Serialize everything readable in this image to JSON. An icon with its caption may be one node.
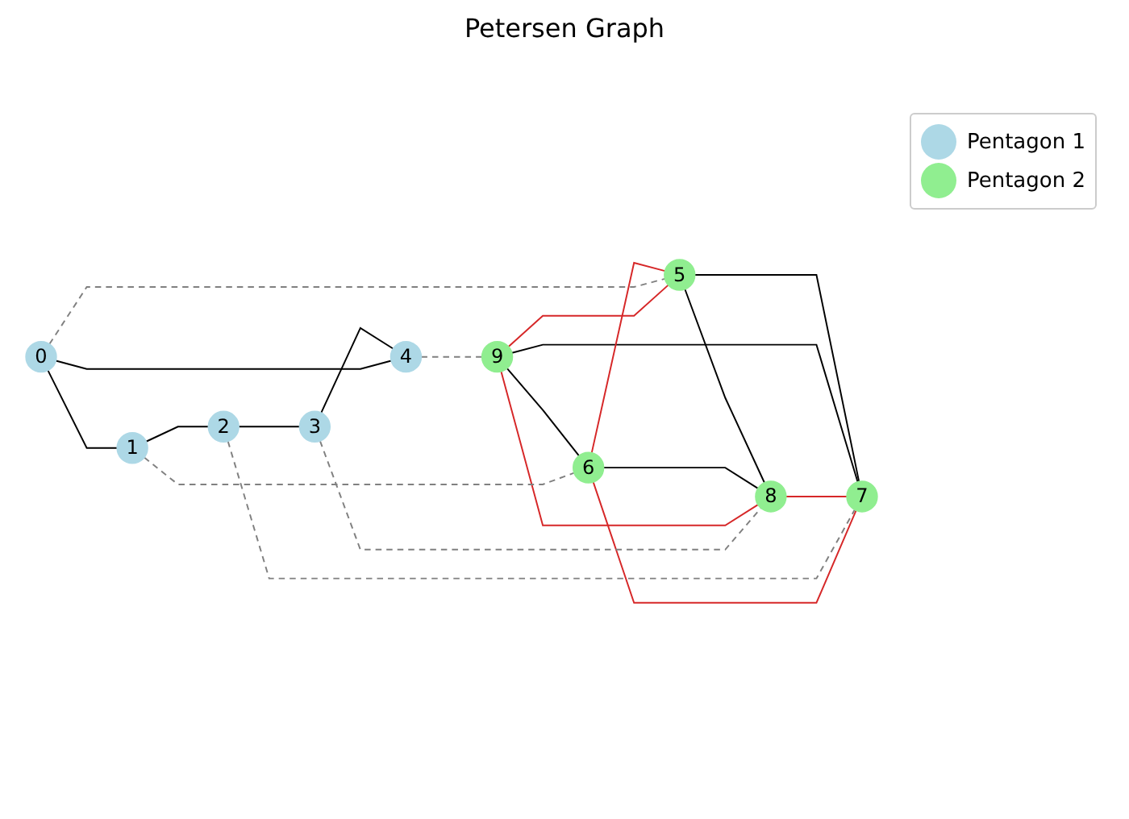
{
  "diagram": {
    "title": "Petersen Graph",
    "nodes": [
      {
        "text": [
          "0"
        ]
      },
      {
        "text": [
          "1"
        ]
      },
      {
        "text": [
          "2"
        ]
      },
      {
        "text": [
          "3"
        ]
      },
      {
        "text": [
          "4"
        ]
      },
      {
        "text": [
          "5"
        ]
      },
      {
        "text": [
          "6"
        ]
      },
      {
        "text": [
          "7"
        ]
      },
      {
        "text": [
          "8"
        ]
      },
      {
        "text": [
          "9"
        ]
      }
    ],
    "edges": [
      {
        "from": 0,
        "to": 1,
        "arrow": "none"
      },
      {
        "from": 1,
        "to": 2,
        "arrow": "none"
      },
      {
        "from": 2,
        "to": 3,
        "arrow": "none"
      },
      {
        "from": 3,
        "to": 4,
        "arrow": "none"
      },
      {
        "from": 4,
        "to": 0,
        "arrow": "none"
      },
      {
        "from": 5,
        "to": 8,
        "arrow": "none"
      },
      {
        "from": 5,
        "to": 7,
        "arrow": "none"
      },
      {
        "from": 9,
        "to": 6,
        "arrow": "none"
      },
      {
        "from": 9,
        "to": 7,
        "arrow": "none"
      },
      {
        "from": 6,
        "to": 8,
        "arrow": "none"
      },
      {
        "from": 5,
        "to": 9,
        "arrow": "none",
        "color": "#d62728"
      },
      {
        "from": 9,
        "to": 8,
        "arrow": "none",
        "color": "#d62728"
      },
      {
        "from": 8,
        "to": 7,
        "arrow": "none",
        "color": "#d62728"
      },
      {
        "from": 7,
        "to": 6,
        "arrow": "none",
        "color": "#d62728"
      },
      {
        "from": 6,
        "to": 5,
        "arrow": "none",
        "color": "#d62728"
      },
      {
        "from": 0,
        "to": 5,
        "arrow": "none",
        "style": "dashed",
        "color": "#808080"
      },
      {
        "from": 1,
        "to": 6,
        "arrow": "none",
        "style": "dashed",
        "color": "#808080"
      },
      {
        "from": 2,
        "to": 7,
        "arrow": "none",
        "style": "dashed",
        "color": "#808080"
      },
      {
        "from": 3,
        "to": 8,
        "arrow": "none",
        "style": "dashed",
        "color": "#808080"
      },
      {
        "from": 4,
        "to": 9,
        "arrow": "none",
        "style": "dashed",
        "color": "#808080"
      }
    ],
    "legend": [
      {
        "text": "Pentagon 1",
        "color": "#add8e6"
      },
      {
        "text": "Pentagon 2",
        "color": "#90ee90"
      }
    ]
  }
}
